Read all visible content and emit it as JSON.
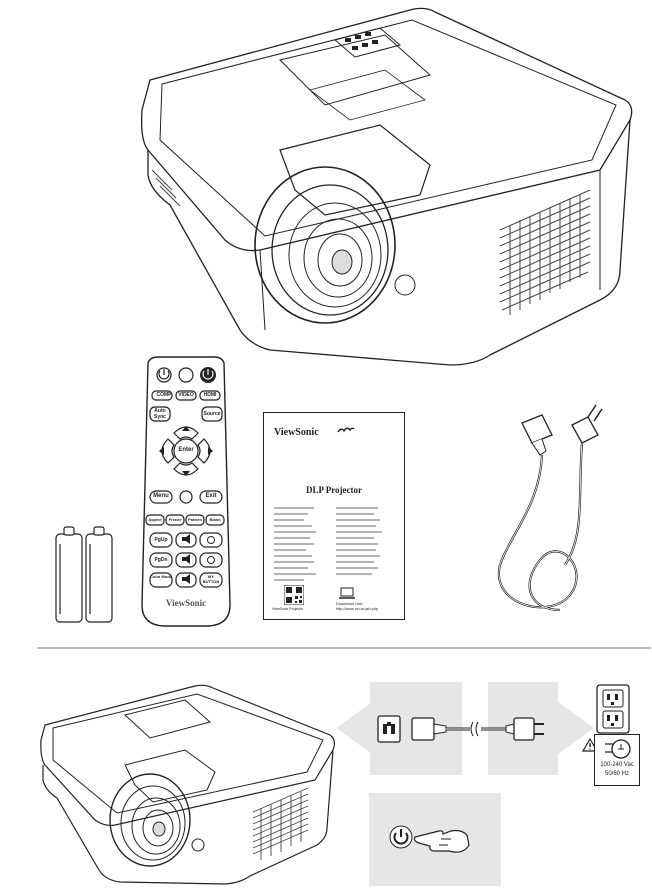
{
  "remote": {
    "row1": [
      "",
      "",
      ""
    ],
    "row2": [
      "COMP",
      "VIDEO",
      "HDMI"
    ],
    "auto_sync": "Auto Sync",
    "source": "Source",
    "enter": "Enter",
    "menu": "Menu",
    "exit": "Exit",
    "row_func": [
      "Aspect",
      "Freeze",
      "Pattern",
      "Blank"
    ],
    "page_up": "PgUp",
    "page_down": "PgDn",
    "color_mode": "Color Mode",
    "my_button": "MY BUTTON",
    "brand": "ViewSonic"
  },
  "guide": {
    "brand": "ViewSonic",
    "title": "DLP Projector",
    "download_label": "Download Link:",
    "download_url": "http://www.vs.us/qsh.php",
    "qr_caption": "ViewSonic Projector"
  },
  "power": {
    "spec_line1": "100-240 Vac",
    "spec_line2": "50/60 Hz"
  },
  "icons": [
    "power-icon",
    "warning-icon",
    "pointing-hand-icon",
    "power-socket-icon",
    "plug-icon"
  ]
}
